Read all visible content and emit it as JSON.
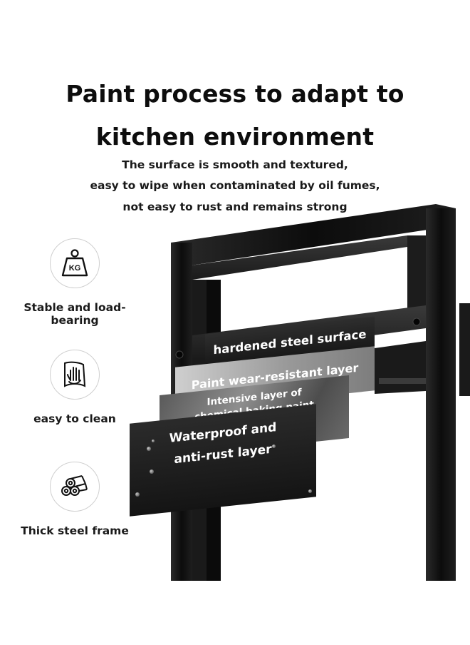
{
  "heading": {
    "line1": "Paint process to adapt to",
    "line2": "kitchen environment"
  },
  "description": {
    "line1": "The surface is smooth and textured,",
    "line2": "easy to wipe when contaminated by oil fumes,",
    "line3": "not easy to rust and remains strong"
  },
  "features": [
    {
      "icon": "weight-kg-icon",
      "icon_text": "KG",
      "label": "Stable and load-bearing"
    },
    {
      "icon": "wiping-hand-icon",
      "label": "easy to clean"
    },
    {
      "icon": "steel-pipes-icon",
      "label": "Thick steel frame"
    }
  ],
  "layers": {
    "layer1": "hardened steel surface",
    "layer2": "Paint wear-resistant layer",
    "layer3_line1": "Intensive layer of",
    "layer3_line2": "chemical baking paint",
    "layer4_line1": "Waterproof and",
    "layer4_line2": "anti-rust layer"
  },
  "colors": {
    "frame": "#0f0f0f",
    "text": "#111111",
    "background": "#ffffff"
  }
}
